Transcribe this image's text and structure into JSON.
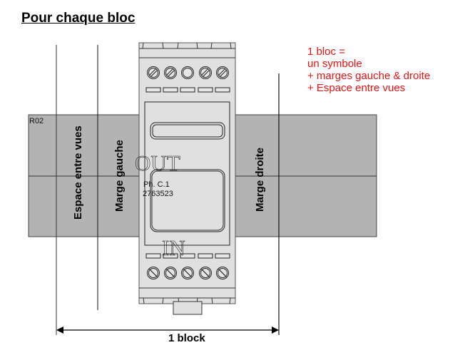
{
  "heading": "Pour chaque bloc",
  "note": {
    "lines": [
      "1 bloc =",
      "un symbole",
      "+ marges gauche & droite",
      "+ Espace entre vues"
    ],
    "color": "#ee1111"
  },
  "band": {
    "row_label": "R02",
    "fill_color": "#b3b3b3"
  },
  "zones": {
    "space_between_views": "Espace entre vues",
    "left_margin": "Marge gauche",
    "right_margin": "Marge droite"
  },
  "device": {
    "output_label": "OUT",
    "input_label": "IN",
    "name": "Ph. C.1",
    "part_number": "2763523",
    "body_color": "#e0e0e0",
    "top_terminals": [
      "slotted",
      "slotted",
      "empty",
      "slotted",
      "slotted"
    ],
    "bottom_terminals": [
      "slotted",
      "slotted",
      "slotted",
      "slotted",
      "slotted"
    ]
  },
  "dimension": {
    "label": "1 block"
  }
}
